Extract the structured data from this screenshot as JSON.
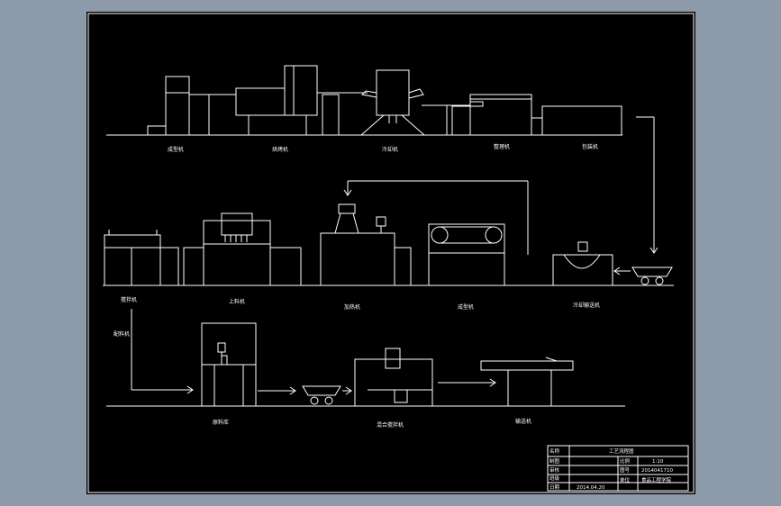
{
  "colors": {
    "sheet": "#000000",
    "line": "#ffffff",
    "background": "#8d9aa9"
  },
  "row1_labels": [
    "成型机",
    "烘烤机",
    "冷却机",
    "整理机",
    "包装机"
  ],
  "row2_labels": [
    "上料机",
    "加热机",
    "成型机",
    "冷却输送机",
    "搅拌机"
  ],
  "row3_labels": [
    "原料库",
    "配料机",
    "混合搅拌机",
    "输送机"
  ],
  "title_block": {
    "name_label": "名称",
    "name_value": "工艺流程图",
    "draw_label": "制图",
    "scale_label": "比例",
    "scale_value": "1:10",
    "check_label": "审核",
    "no_label": "图号",
    "no_value": "2014041710",
    "class_label": "班级",
    "unit_label": "单位",
    "unit_value": "食品工程学院",
    "date_label": "日期",
    "date_value": "2014.04.20"
  }
}
